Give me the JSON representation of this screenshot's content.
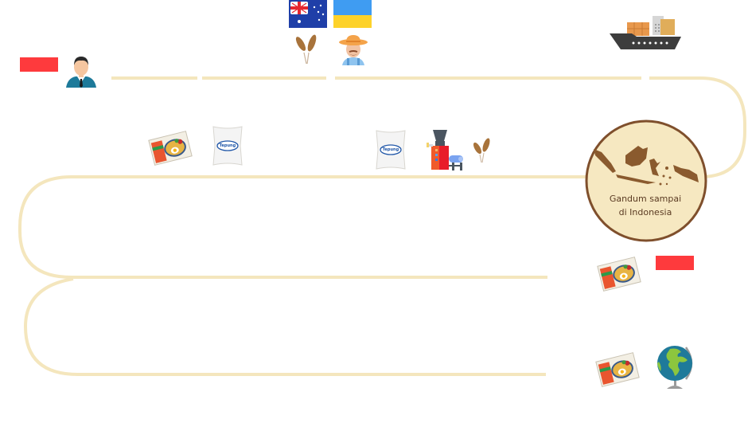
{
  "diagram": {
    "title_caption_line1": "Gandum sampai",
    "title_caption_line2": "di Indonesia",
    "flour_bag_label_1": "Tepung",
    "flour_bag_label_2": "Tepung",
    "colors": {
      "path": "#f4e6bd",
      "badge_fill": "#f6e8c1",
      "badge_border": "#7f4f2c",
      "map": "#8a5a2e",
      "red_label": "#fe3a3d"
    },
    "steps": [
      {
        "name": "businessman",
        "icon": "businessman-icon"
      },
      {
        "name": "australia-flag",
        "icon": "australia-flag-icon"
      },
      {
        "name": "ukraine-flag",
        "icon": "ukraine-flag-icon"
      },
      {
        "name": "wheat",
        "icon": "wheat-icon"
      },
      {
        "name": "farmer",
        "icon": "farmer-icon"
      },
      {
        "name": "cargo-ship",
        "icon": "cargo-ship-icon"
      },
      {
        "name": "indonesia-badge",
        "icon": "indonesia-map-icon"
      },
      {
        "name": "wheat",
        "icon": "wheat-icon"
      },
      {
        "name": "flour-mill",
        "icon": "mill-machine-icon"
      },
      {
        "name": "flour-bag",
        "icon": "flour-bag-icon"
      },
      {
        "name": "flour-bag",
        "icon": "flour-bag-icon"
      },
      {
        "name": "instant-noodle",
        "icon": "noodle-pack-icon"
      },
      {
        "name": "instant-noodle",
        "icon": "noodle-pack-icon"
      },
      {
        "name": "instant-noodle",
        "icon": "noodle-pack-icon"
      },
      {
        "name": "globe",
        "icon": "globe-icon"
      }
    ]
  }
}
